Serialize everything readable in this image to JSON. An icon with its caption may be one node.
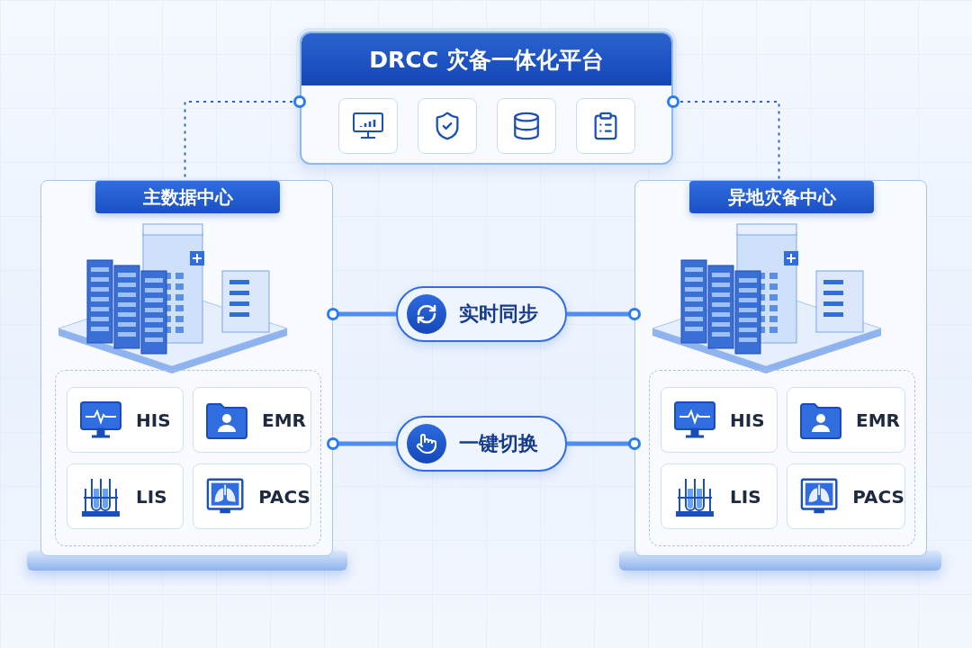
{
  "diagram": {
    "nodes": [
      {
        "text": [
          "DRCC 灾备一体化平台"
        ]
      },
      {
        "text": [
          "主数据中心"
        ]
      },
      {
        "text": [],
        "shape": "box",
        "in": 1
      },
      {
        "text": [
          "HIS"
        ],
        "in": 2
      },
      {
        "text": [
          "EMR"
        ],
        "in": 2
      },
      {
        "text": [
          "LIS"
        ],
        "in": 2
      },
      {
        "text": [
          "PACS"
        ],
        "in": 2
      },
      {
        "text": [
          "实时同步"
        ]
      },
      {
        "text": [
          "一键切换"
        ]
      },
      {
        "text": [
          "异地灾备中心"
        ]
      },
      {
        "text": [],
        "shape": "box",
        "in": 9
      },
      {
        "text": [
          "HIS"
        ],
        "in": 10
      },
      {
        "text": [
          "EMR"
        ],
        "in": 10
      },
      {
        "text": [
          "LIS"
        ],
        "in": 10
      },
      {
        "text": [
          "PACS"
        ],
        "in": 10
      }
    ],
    "edges": [
      {
        "from": 0,
        "to": 1,
        "arrow": "other",
        "style": "dashed"
      },
      {
        "from": 0,
        "to": 9,
        "arrow": "other",
        "style": "dashed"
      },
      {
        "from": 1,
        "to": 7,
        "arrow": "other"
      },
      {
        "from": 9,
        "to": 7,
        "arrow": "other"
      },
      {
        "from": 1,
        "to": 8,
        "arrow": "other"
      },
      {
        "from": 9,
        "to": 8,
        "arrow": "other"
      }
    ]
  }
}
